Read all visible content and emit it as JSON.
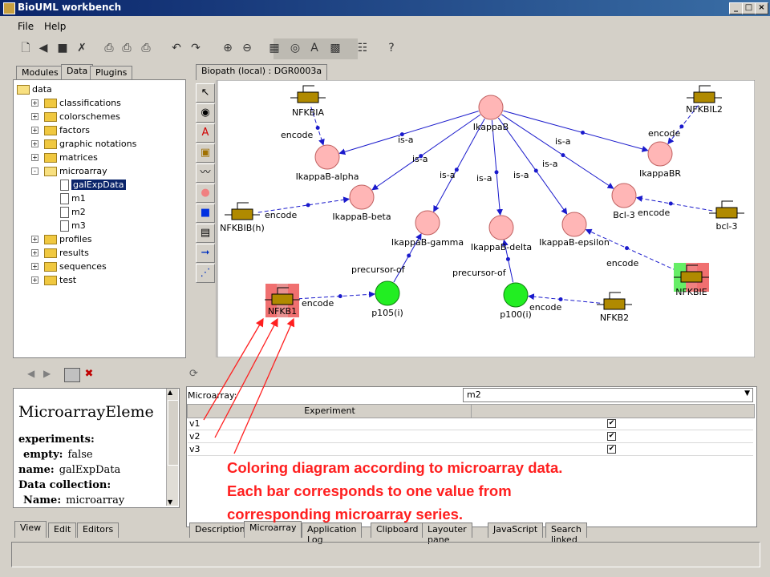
{
  "window": {
    "title": "BioUML workbench",
    "controls": [
      "_",
      "□",
      "×"
    ]
  },
  "menu": [
    "File",
    "Help"
  ],
  "toolbar": {
    "buttons": [
      "new-icon",
      "open-icon",
      "save-icon",
      "delete-icon",
      "print-icon",
      "print-preview-icon",
      "page-setup-icon",
      "undo-icon",
      "redo-icon",
      "zoom-in-icon",
      "zoom-out-icon",
      "layout-icon",
      "refresh-icon",
      "text-icon",
      "grid-icon",
      "list-icon",
      "help-icon"
    ],
    "glyphs": [
      "🗋",
      "◀",
      "■",
      "✗",
      "⎙",
      "⎙",
      "⎙",
      "↶",
      "↷",
      "⊕",
      "⊖",
      "▦",
      "◎",
      "A",
      "▩",
      "☷",
      "?"
    ]
  },
  "left_tabs": [
    "Modules",
    "Data",
    "Plugins"
  ],
  "tree": [
    {
      "label": "data",
      "level": 0,
      "type": "folder-open",
      "exp": ""
    },
    {
      "label": "classifications",
      "level": 1,
      "type": "folder",
      "exp": "+"
    },
    {
      "label": "colorschemes",
      "level": 1,
      "type": "folder",
      "exp": "+"
    },
    {
      "label": "factors",
      "level": 1,
      "type": "folder",
      "exp": "+"
    },
    {
      "label": "graphic notations",
      "level": 1,
      "type": "folder",
      "exp": "+"
    },
    {
      "label": "matrices",
      "level": 1,
      "type": "folder",
      "exp": "+"
    },
    {
      "label": "microarray",
      "level": 1,
      "type": "folder-open",
      "exp": "-"
    },
    {
      "label": "galExpData",
      "level": 2,
      "type": "doc",
      "exp": "",
      "selected": true
    },
    {
      "label": "m1",
      "level": 2,
      "type": "doc",
      "exp": ""
    },
    {
      "label": "m2",
      "level": 2,
      "type": "doc",
      "exp": ""
    },
    {
      "label": "m3",
      "level": 2,
      "type": "doc",
      "exp": ""
    },
    {
      "label": "profiles",
      "level": 1,
      "type": "folder",
      "exp": "+"
    },
    {
      "label": "results",
      "level": 1,
      "type": "folder",
      "exp": "+"
    },
    {
      "label": "sequences",
      "level": 1,
      "type": "folder",
      "exp": "+"
    },
    {
      "label": "test",
      "level": 1,
      "type": "folder",
      "exp": "+"
    }
  ],
  "diagram_tab": "Biopath (local) : DGR0003a",
  "diagram_tools": [
    "pointer-icon",
    "node-icon",
    "text-tool-icon",
    "gene-tool-icon",
    "wave-icon",
    "circle-tool-icon",
    "square-tool-icon",
    "note-icon",
    "arrow-tool-icon",
    "dashed-line-icon"
  ],
  "diagram_tool_glyphs": [
    "↖",
    "◉",
    "A",
    "▣",
    "〰",
    "●",
    "■",
    "▤",
    "➞",
    "⋰"
  ],
  "diagram": {
    "nodes": [
      {
        "id": "IkappaB",
        "label": "IkappaB",
        "kind": "protein"
      },
      {
        "id": "alpha",
        "label": "IkappaB-alpha",
        "kind": "protein"
      },
      {
        "id": "beta",
        "label": "IkappaB-beta",
        "kind": "protein"
      },
      {
        "id": "gamma",
        "label": "IkappaB-gamma",
        "kind": "protein"
      },
      {
        "id": "delta",
        "label": "IkappaB-delta",
        "kind": "protein"
      },
      {
        "id": "epsilon",
        "label": "IkappaB-epsilon",
        "kind": "protein"
      },
      {
        "id": "bcl3p",
        "label": "Bcl-3",
        "kind": "protein"
      },
      {
        "id": "BR",
        "label": "IkappaBR",
        "kind": "protein"
      },
      {
        "id": "p105",
        "label": "p105(i)",
        "kind": "green"
      },
      {
        "id": "p100",
        "label": "p100(i)",
        "kind": "green"
      },
      {
        "id": "NFKBIA",
        "label": "NFKBIA",
        "kind": "gene"
      },
      {
        "id": "NFKBIL2",
        "label": "NFKBIL2",
        "kind": "gene"
      },
      {
        "id": "NFKBIB",
        "label": "NFKBIB(h)",
        "kind": "gene"
      },
      {
        "id": "bcl3g",
        "label": "bcl-3",
        "kind": "gene"
      },
      {
        "id": "NFKBIE",
        "label": "NFKBIE",
        "kind": "gene"
      },
      {
        "id": "NFKB1",
        "label": "NFKB1",
        "kind": "gene"
      },
      {
        "id": "NFKB2",
        "label": "NFKB2",
        "kind": "gene"
      }
    ],
    "edge_labels": {
      "isa": "is-a",
      "encode": "encode",
      "precursor": "precursor-of"
    }
  },
  "bottom_left": {
    "heading": "MicroarrayEleme",
    "props": [
      {
        "key": "experiments:",
        "val": ""
      },
      {
        "key": "empty:",
        "val": "false",
        "indent": true
      },
      {
        "key": "name:",
        "val": "galExpData"
      },
      {
        "key": "Data collection:",
        "val": ""
      },
      {
        "key": "Name:",
        "val": "microarray",
        "indent": true
      }
    ],
    "tabs": [
      "View",
      "Edit",
      "Editors"
    ]
  },
  "bottom_right": {
    "microarray_label": "Microarray:",
    "microarray_value": "m2",
    "columns": [
      "Experiment",
      ""
    ],
    "rows": [
      {
        "name": "v1",
        "checked": "✔"
      },
      {
        "name": "v2",
        "checked": "✔"
      },
      {
        "name": "v3",
        "checked": "✔"
      }
    ],
    "tabs": [
      "Description",
      "Microarray",
      "Application Log",
      "Clipboard",
      "Layouter pane",
      "JavaScript",
      "Search linked"
    ]
  },
  "annotation": {
    "lines": [
      "Coloring diagram according to microarray data.",
      "Each bar corresponds to one value from",
      "corresponding microarray series."
    ],
    "color": "#ff1f1f"
  }
}
